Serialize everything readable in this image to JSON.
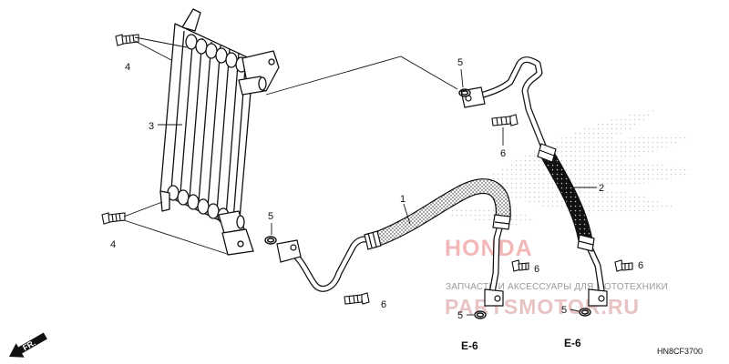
{
  "diagram": {
    "code": "HN8CF3700",
    "direction_marker": "FR.",
    "watermark": {
      "brand": "HONDA",
      "shop_line": "ЗАПЧАСТИ И АКСЕССУАРЫ ДЛЯ МОТОТЕХНИКИ",
      "site": "PARTSMOTOR.RU"
    },
    "callouts": [
      {
        "id": "c1",
        "label": "1",
        "part": "oil cooler hose 1"
      },
      {
        "id": "c2",
        "label": "2",
        "part": "oil cooler hose 2"
      },
      {
        "id": "c3",
        "label": "3",
        "part": "oil cooler"
      },
      {
        "id": "c4a",
        "label": "4",
        "part": "flange bolt (upper)"
      },
      {
        "id": "c4b",
        "label": "4",
        "part": "flange bolt (lower)"
      },
      {
        "id": "c5a",
        "label": "5",
        "part": "o-ring (top)"
      },
      {
        "id": "c5b",
        "label": "5",
        "part": "o-ring (cooler outlet)"
      },
      {
        "id": "c5c",
        "label": "5",
        "part": "o-ring (engine left)"
      },
      {
        "id": "c5d",
        "label": "5",
        "part": "o-ring (engine right)"
      },
      {
        "id": "c6a",
        "label": "6",
        "part": "flange bolt (top)"
      },
      {
        "id": "c6b",
        "label": "6",
        "part": "flange bolt (hose 1)"
      },
      {
        "id": "c6c",
        "label": "6",
        "part": "flange bolt (engine left)"
      },
      {
        "id": "c6d",
        "label": "6",
        "part": "flange bolt (engine right)"
      }
    ],
    "references": [
      {
        "id": "r1",
        "label": "E-6"
      },
      {
        "id": "r2",
        "label": "E-6"
      }
    ]
  }
}
